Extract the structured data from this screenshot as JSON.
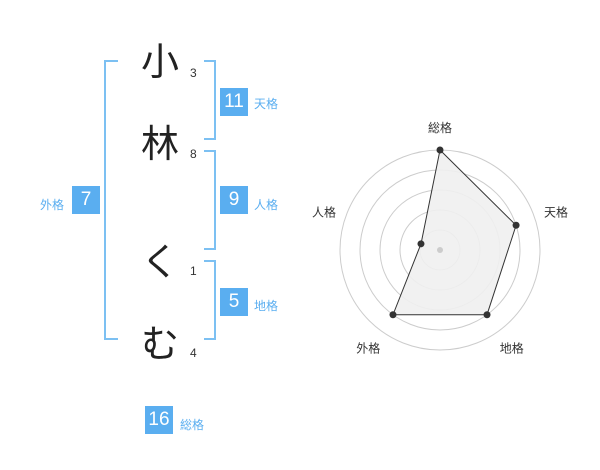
{
  "name": {
    "characters": [
      {
        "char": "小",
        "strokes": "3"
      },
      {
        "char": "林",
        "strokes": "8"
      },
      {
        "char": "く",
        "strokes": "1"
      },
      {
        "char": "む",
        "strokes": "4"
      }
    ]
  },
  "kaku": {
    "tenkaku": {
      "value": "11",
      "label": "天格"
    },
    "jinkaku": {
      "value": "9",
      "label": "人格"
    },
    "chikaku": {
      "value": "5",
      "label": "地格"
    },
    "gaikaku": {
      "value": "7",
      "label": "外格"
    },
    "soukaku": {
      "value": "16",
      "label": "総格"
    }
  },
  "colors": {
    "accent": "#5aaef0",
    "bracket": "#7cc0f2",
    "text": "#222222",
    "radar_fill": "#f0f0f0",
    "radar_line": "#333333",
    "grid": "#cccccc"
  },
  "chart_data": {
    "type": "radar",
    "axes": [
      "総格",
      "天格",
      "地格",
      "外格",
      "人格"
    ],
    "values": [
      5,
      4,
      4,
      4,
      1
    ],
    "range": [
      0,
      5
    ],
    "grid_levels": 5
  }
}
